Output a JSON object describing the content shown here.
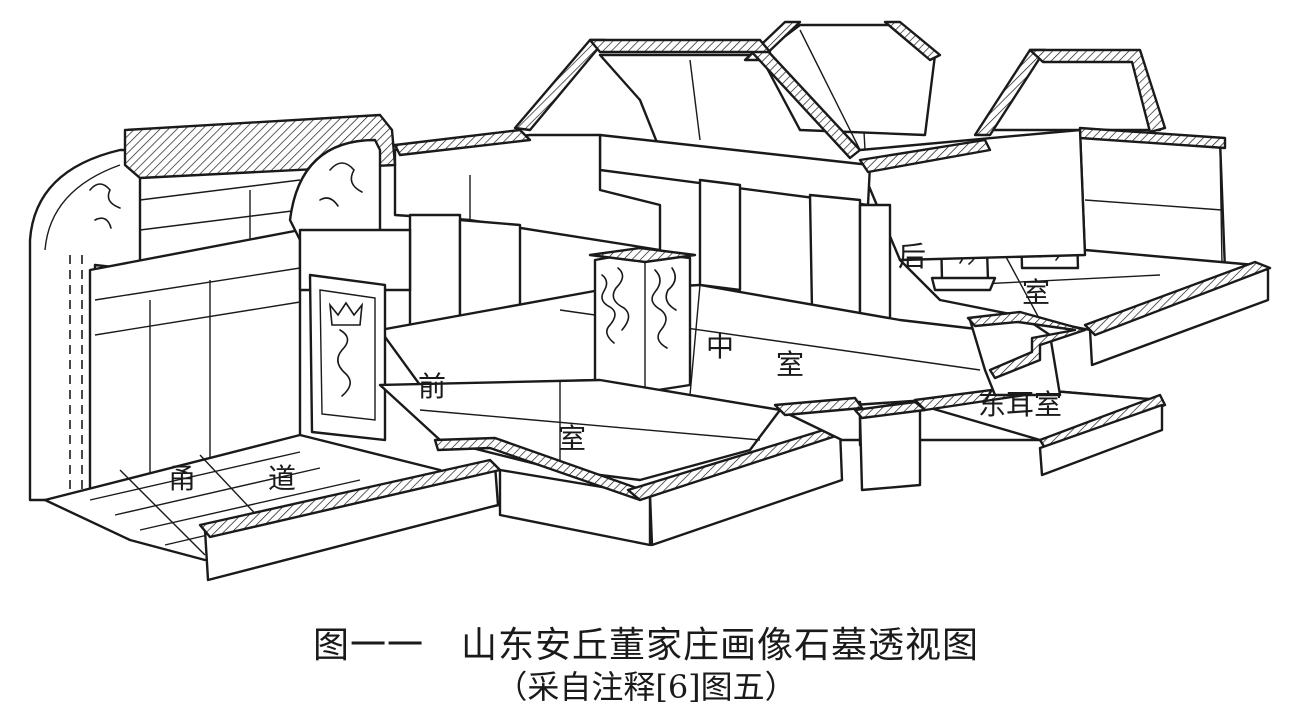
{
  "figure": {
    "labels": {
      "corridor": [
        "甬",
        "道"
      ],
      "front_chamber": [
        "前",
        "室"
      ],
      "middle_chamber": [
        "中",
        "室"
      ],
      "rear_chamber": [
        "后",
        "室"
      ],
      "east_side_chamber": "东耳室"
    },
    "caption": {
      "title": "图一一　山东安丘董家庄画像石墓透视图",
      "source": "（采自注释[6]图五）"
    }
  }
}
